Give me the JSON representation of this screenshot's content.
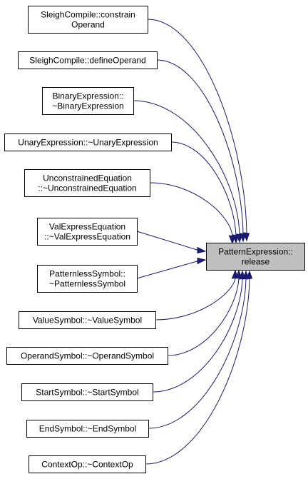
{
  "graph": {
    "target": {
      "id": "target",
      "lines": [
        "PatternExpression::",
        "release"
      ],
      "fill": "#bfbfbf"
    },
    "callers": [
      {
        "id": "n0",
        "lines": [
          "SleighCompile::constrain",
          "Operand"
        ]
      },
      {
        "id": "n1",
        "lines": [
          "SleighCompile::defineOperand"
        ]
      },
      {
        "id": "n2",
        "lines": [
          "BinaryExpression::",
          "~BinaryExpression"
        ]
      },
      {
        "id": "n3",
        "lines": [
          "UnaryExpression::~UnaryExpression"
        ]
      },
      {
        "id": "n4",
        "lines": [
          "UnconstrainedEquation",
          "::~UnconstrainedEquation"
        ]
      },
      {
        "id": "n5",
        "lines": [
          "ValExpressEquation",
          "::~ValExpressEquation"
        ]
      },
      {
        "id": "n6",
        "lines": [
          "PatternlessSymbol::",
          "~PatternlessSymbol"
        ]
      },
      {
        "id": "n7",
        "lines": [
          "ValueSymbol::~ValueSymbol"
        ]
      },
      {
        "id": "n8",
        "lines": [
          "OperandSymbol::~OperandSymbol"
        ]
      },
      {
        "id": "n9",
        "lines": [
          "StartSymbol::~StartSymbol"
        ]
      },
      {
        "id": "n10",
        "lines": [
          "EndSymbol::~EndSymbol"
        ]
      },
      {
        "id": "n11",
        "lines": [
          "ContextOp::~ContextOp"
        ]
      }
    ],
    "edge_color": "#191970"
  }
}
